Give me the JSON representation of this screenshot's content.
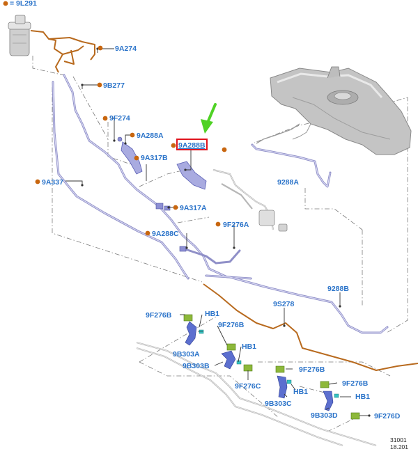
{
  "legend": {
    "text": "= 9L291",
    "color": "#c8660f"
  },
  "highlight_color": "#e0141e",
  "arrow_color": "#4fd225",
  "label_color": "#2a73c9",
  "labels": {
    "l9A274": "9A274",
    "l9B277": "9B277",
    "l9F274": "9F274",
    "l9A288A": "9A288A",
    "l9A288B": "9A288B",
    "l9A317B": "9A317B",
    "l9A337": "9A337",
    "l9A317A": "9A317A",
    "l9F276A": "9F276A",
    "l9288A": "9288A",
    "l9A288C": "9A288C",
    "l9288B": "9288B",
    "l9S278": "9S278",
    "l9F276B_1": "9F276B",
    "lHB1_1": "HB1",
    "l9F276B_2": "9F276B",
    "l9B303A": "9B303A",
    "lHB1_2": "HB1",
    "l9B303B": "9B303B",
    "l9F276C": "9F276C",
    "l9F276B_3": "9F276B",
    "lHB1_3": "HB1",
    "l9B303C": "9B303C",
    "l9F276B_4": "9F276B",
    "lHB1_4": "HB1",
    "l9B303D": "9B303D",
    "l9F276D": "9F276D"
  },
  "figure_ref": {
    "line1": "31001",
    "line2": "18.201"
  }
}
